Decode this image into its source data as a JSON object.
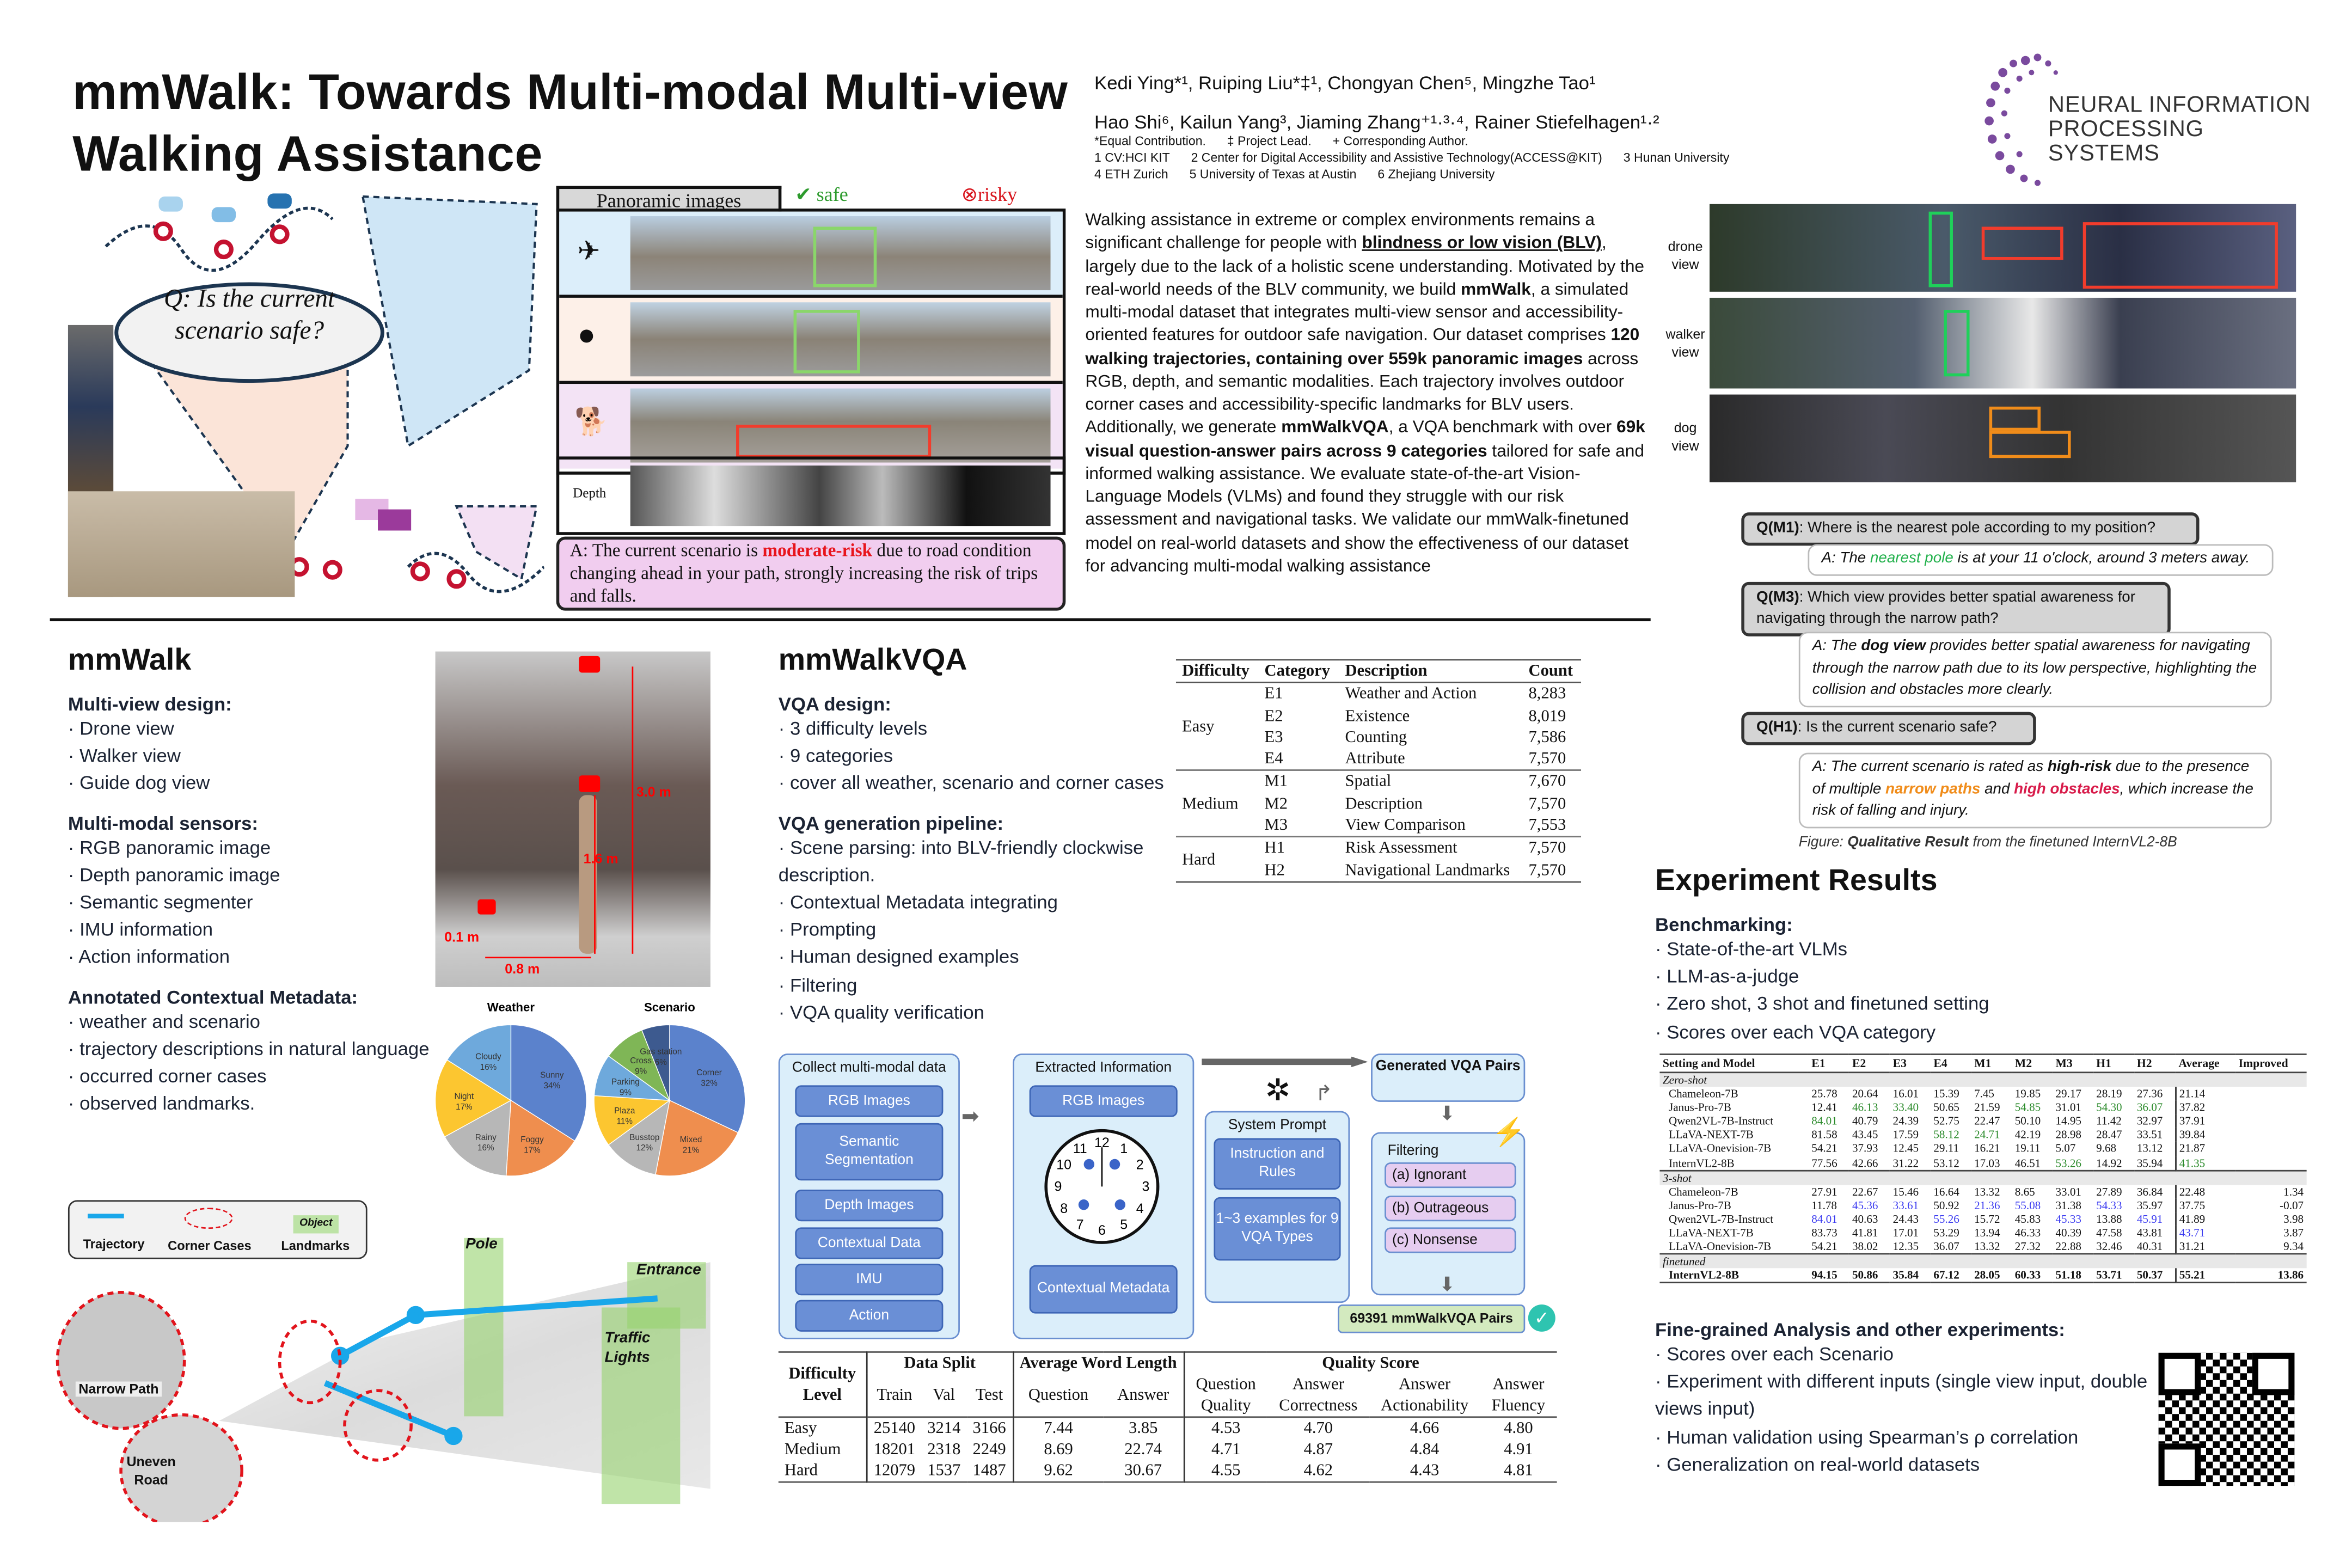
{
  "header": {
    "title_line1": "mmWalk: Towards Multi-modal Multi-view",
    "title_line2": "Walking Assistance",
    "authors_line1": "Kedi Ying*¹, Ruiping Liu*‡¹, Chongyan Chen⁵, Mingzhe Tao¹",
    "authors_line2": "Hao Shi⁶, Kailun Yang³, Jiaming Zhang⁺¹·³·⁴, Rainer Stiefelhagen¹·²",
    "notes": [
      [
        "*Equal Contribution.",
        "‡ Project Lead.",
        "+ Corresponding Author."
      ],
      [
        "1 CV:HCI KIT",
        "2 Center for Digital Accessibility and Assistive Technology(ACCESS@KIT)",
        "3 Hunan University"
      ],
      [
        "4 ETH Zurich",
        "5 University of Texas at Austin",
        "6 Zhejiang University"
      ]
    ],
    "logo_line1": "NEURAL INFORMATION",
    "logo_line2": "PROCESSING SYSTEMS"
  },
  "teaser": {
    "question": "Q: Is the current scenario safe?",
    "panoramic_label": "Panoramic images",
    "safe_label": "safe",
    "risky_label": "risky",
    "depth_label": "Depth",
    "answer": [
      {
        "t": "A: The current scenario is ",
        "s": ""
      },
      {
        "t": "moderate-risk",
        "s": "red"
      },
      {
        "t": " due to road condition changing ahead in your path, strongly increasing the risk of trips and falls.",
        "s": ""
      }
    ]
  },
  "abstract": [
    {
      "t": "Walking assistance in extreme or complex environments remains a significant challenge for people with ",
      "s": ""
    },
    {
      "t": "blindness or low vision (BLV)",
      "s": "u"
    },
    {
      "t": ", largely due to the lack of a holistic scene understanding. Motivated by the real-world needs of the BLV community, we build ",
      "s": ""
    },
    {
      "t": "mmWalk",
      "s": "b"
    },
    {
      "t": ", a simulated multi-modal dataset that integrates multi-view sensor and accessibility-oriented features for outdoor safe navigation. Our dataset comprises ",
      "s": ""
    },
    {
      "t": "120 walking trajectories, containing over 559k panoramic images",
      "s": "b"
    },
    {
      "t": " across RGB, depth, and semantic modalities. Each trajectory involves outdoor corner cases and accessibility-specific landmarks for BLV users. Additionally, we generate ",
      "s": ""
    },
    {
      "t": "mmWalkVQA",
      "s": "b"
    },
    {
      "t": ", a VQA benchmark with over ",
      "s": ""
    },
    {
      "t": "69k visual question-answer pairs across 9 categories",
      "s": "b"
    },
    {
      "t": " tailored for safe and informed walking assistance. We evaluate state-of-the-art Vision-Language Models (VLMs) and found they struggle with our risk assessment and navigational tasks. We validate our mmWalk-finetuned model on real-world datasets and show the effectiveness of our dataset for advancing multi-modal walking assistance",
      "s": ""
    }
  ],
  "views": [
    "drone view",
    "walker view",
    "dog view"
  ],
  "qa": {
    "q1": [
      {
        "t": "Q(M1)",
        "s": "b"
      },
      {
        "t": ": Where is the nearest pole according to my position?",
        "s": ""
      }
    ],
    "a1": [
      {
        "t": "A: The ",
        "s": ""
      },
      {
        "t": "nearest pole",
        "s": "grn"
      },
      {
        "t": " is at your 11 o'clock, around 3 meters away.",
        "s": ""
      }
    ],
    "q2": [
      {
        "t": "Q(M3)",
        "s": "b"
      },
      {
        "t": ": Which view provides better spatial awareness for navigating through the narrow path?",
        "s": ""
      }
    ],
    "a2": [
      {
        "t": "A: The ",
        "s": ""
      },
      {
        "t": "dog view",
        "s": "b"
      },
      {
        "t": " provides better spatial awareness for navigating through the narrow path due to its low perspective, highlighting the collision and obstacles more clearly.",
        "s": ""
      }
    ],
    "q3": [
      {
        "t": "Q(H1)",
        "s": "b"
      },
      {
        "t": ": Is the current scenario safe?",
        "s": ""
      }
    ],
    "a3": [
      {
        "t": "A: The current scenario is rated as ",
        "s": ""
      },
      {
        "t": "high-risk",
        "s": "b"
      },
      {
        "t": " due to the presence of multiple ",
        "s": ""
      },
      {
        "t": "narrow paths",
        "s": "org"
      },
      {
        "t": " and ",
        "s": ""
      },
      {
        "t": "high obstacles",
        "s": "crim"
      },
      {
        "t": ", which increase the risk of falling and injury.",
        "s": ""
      }
    ],
    "caption": [
      {
        "t": "Figure: ",
        "s": ""
      },
      {
        "t": "Qualitative Result",
        "s": "b"
      },
      {
        "t": " from the finetuned InternVL2-8B",
        "s": ""
      }
    ]
  },
  "mmwalk": {
    "heading": "mmWalk",
    "groups": [
      {
        "title": "Multi-view design:",
        "items": [
          "Drone view",
          "Walker view",
          "Guide dog view"
        ]
      },
      {
        "title": "Multi-modal sensors:",
        "items": [
          "RGB panoramic image",
          "Depth panoramic image",
          "Semantic segmenter",
          "IMU information",
          "Action information"
        ]
      },
      {
        "title": "Annotated Contextual Metadata:",
        "items": [
          "weather and scenario",
          "trajectory descriptions in natural language",
          "occurred corner cases",
          "observed landmarks."
        ]
      }
    ],
    "heights": {
      "drone": "3.0 m",
      "walker": "1.6 m",
      "dog": "0.1 m",
      "offset": "0.8 m"
    },
    "legend": {
      "trajectory": "Trajectory",
      "corner": "Corner Cases",
      "object": "Object",
      "landmarks": "Landmarks"
    },
    "map_labels": {
      "pole": "Pole",
      "entrance": "Entrance",
      "traffic": "Traffic Lights",
      "narrow": "Narrow Path",
      "uneven": "Uneven Road"
    }
  },
  "chart_data": [
    {
      "type": "pie",
      "title": "Weather",
      "categories": [
        "Sunny",
        "Foggy",
        "Rainy",
        "Night",
        "Cloudy"
      ],
      "values": [
        34,
        17,
        16,
        17,
        16
      ],
      "colors": [
        "#5b82cc",
        "#ef8e4e",
        "#b7b7b7",
        "#fcc630",
        "#6ea9dc"
      ]
    },
    {
      "type": "pie",
      "title": "Scenario",
      "categories": [
        "Corner",
        "Mixed",
        "Busstop",
        "Plaza",
        "Parking",
        "Cross",
        "Gas station"
      ],
      "values": [
        32,
        21,
        12,
        11,
        9,
        9,
        6
      ],
      "colors": [
        "#5b82cc",
        "#ef8e4e",
        "#b7b7b7",
        "#fcc630",
        "#6ea9dc",
        "#7fb656",
        "#3d5a8f"
      ]
    }
  ],
  "vqa": {
    "heading": "mmWalkVQA",
    "groups": [
      {
        "title": "VQA design:",
        "items": [
          "3 difficulty levels",
          "9 categories",
          "cover all weather, scenario and corner cases"
        ]
      },
      {
        "title": "VQA generation pipeline:",
        "items": [
          "Scene parsing:  into BLV-friendly clockwise description.",
          "Contextual Metadata integrating",
          "Prompting",
          "Human designed examples",
          "Filtering",
          "VQA quality verification"
        ]
      }
    ],
    "cat_table": {
      "headers": [
        "Difficulty",
        "Category",
        "Description",
        "Count"
      ],
      "groups": [
        {
          "level": "Easy",
          "rows": [
            [
              "E1",
              "Weather and Action",
              "8,283"
            ],
            [
              "E2",
              "Existence",
              "8,019"
            ],
            [
              "E3",
              "Counting",
              "7,586"
            ],
            [
              "E4",
              "Attribute",
              "7,570"
            ]
          ]
        },
        {
          "level": "Medium",
          "rows": [
            [
              "M1",
              "Spatial",
              "7,670"
            ],
            [
              "M2",
              "Description",
              "7,570"
            ],
            [
              "M3",
              "View Comparison",
              "7,553"
            ]
          ]
        },
        {
          "level": "Hard",
          "rows": [
            [
              "H1",
              "Risk Assessment",
              "7,570"
            ],
            [
              "H2",
              "Navigational Landmarks",
              "7,570"
            ]
          ]
        }
      ]
    },
    "pipeline": {
      "collect_title": "Collect multi-modal data",
      "collect": [
        "RGB Images",
        "Semantic Segmentation",
        "Depth Images",
        "Contextual Data",
        "IMU",
        "Action"
      ],
      "extract_title": "Extracted Information",
      "extract_rgb": "RGB Images",
      "extract_meta": "Contextual Metadata",
      "clock": [
        "12",
        "1",
        "2",
        "3",
        "4",
        "5",
        "6",
        "7",
        "8",
        "9",
        "10",
        "11"
      ],
      "system_prompt": "System Prompt",
      "instr": "Instruction and Rules",
      "examples": "1~3 examples for 9 VQA Types",
      "generated": "Generated VQA Pairs",
      "filtering": "Filtering",
      "filters": [
        "(a) Ignorant",
        "(b) Outrageous",
        "(c) Nonsense"
      ],
      "result": "69391 mmWalkVQA Pairs"
    },
    "quality_table": {
      "h_level": "Difficulty Level",
      "h_split": "Data Split",
      "h_len": "Average Word Length",
      "h_quality": "Quality Score",
      "sub": [
        "Train",
        "Val",
        "Test",
        "Question",
        "Answer",
        "Question Quality",
        "Answer Correctness",
        "Answer Actionability",
        "Answer Fluency"
      ],
      "rows": [
        [
          "Easy",
          "25140",
          "3214",
          "3166",
          "7.44",
          "3.85",
          "4.53",
          "4.70",
          "4.66",
          "4.80"
        ],
        [
          "Medium",
          "18201",
          "2318",
          "2249",
          "8.69",
          "22.74",
          "4.71",
          "4.87",
          "4.84",
          "4.91"
        ],
        [
          "Hard",
          "12079",
          "1537",
          "1487",
          "9.62",
          "30.67",
          "4.55",
          "4.62",
          "4.43",
          "4.81"
        ]
      ]
    }
  },
  "experiments": {
    "heading": "Experiment Results",
    "groups": [
      {
        "title": "Benchmarking:",
        "items": [
          "State-of-the-art VLMs",
          "LLM-as-a-judge",
          "Zero shot, 3 shot and finetuned setting",
          "Scores over each VQA category"
        ]
      },
      {
        "title": "Fine-grained Analysis and other experiments:",
        "items": [
          "Scores over each Scenario",
          "Experiment with different inputs (single view input, double views input)",
          "Human validation using Spearman’s ρ correlation",
          "Generalization on real-world datasets"
        ]
      }
    ],
    "results": {
      "headers": [
        "Setting and Model",
        "E1",
        "E2",
        "E3",
        "E4",
        "M1",
        "M2",
        "M3",
        "H1",
        "H2",
        "Average",
        "Improved"
      ],
      "groups": [
        {
          "name": "Zero-shot",
          "hl_color": "#2a8a2a",
          "rows": [
            {
              "model": "Chameleon-7B",
              "v": [
                "25.78",
                "20.64",
                "16.01",
                "15.39",
                "7.45",
                "19.85",
                "29.17",
                "28.19",
                "27.36",
                "21.14",
                ""
              ],
              "hl": []
            },
            {
              "model": "Janus-Pro-7B",
              "v": [
                "12.41",
                "46.13",
                "33.40",
                "50.65",
                "21.59",
                "54.85",
                "31.01",
                "54.30",
                "36.07",
                "37.82",
                ""
              ],
              "hl": [
                1,
                2,
                5,
                7,
                8
              ]
            },
            {
              "model": "Qwen2VL-7B-Instruct",
              "v": [
                "84.01",
                "40.79",
                "24.39",
                "52.75",
                "22.47",
                "50.10",
                "14.95",
                "11.42",
                "32.97",
                "37.91",
                ""
              ],
              "hl": [
                0
              ]
            },
            {
              "model": "LLaVA-NEXT-7B",
              "v": [
                "81.58",
                "43.45",
                "17.59",
                "58.12",
                "24.71",
                "42.19",
                "28.98",
                "28.47",
                "33.51",
                "39.84",
                ""
              ],
              "hl": [
                3,
                4
              ]
            },
            {
              "model": "LLaVA-Onevision-7B",
              "v": [
                "54.21",
                "37.93",
                "12.45",
                "29.11",
                "16.21",
                "19.11",
                "5.07",
                "9.68",
                "13.12",
                "21.87",
                ""
              ],
              "hl": []
            },
            {
              "model": "InternVL2-8B",
              "v": [
                "77.56",
                "42.66",
                "31.22",
                "53.12",
                "17.03",
                "46.51",
                "53.26",
                "14.92",
                "35.94",
                "41.35",
                ""
              ],
              "hl": [
                6,
                9
              ]
            }
          ]
        },
        {
          "name": "3-shot",
          "hl_color": "#3a3af0",
          "rows": [
            {
              "model": "Chameleon-7B",
              "v": [
                "27.91",
                "22.67",
                "15.46",
                "16.64",
                "13.32",
                "8.65",
                "33.01",
                "27.89",
                "36.84",
                "22.48",
                "1.34"
              ],
              "hl": []
            },
            {
              "model": "Janus-Pro-7B",
              "v": [
                "11.78",
                "45.36",
                "33.61",
                "50.92",
                "21.36",
                "55.08",
                "31.38",
                "54.33",
                "35.97",
                "37.75",
                "-0.07"
              ],
              "hl": [
                1,
                2,
                4,
                5,
                7
              ]
            },
            {
              "model": "Qwen2VL-7B-Instruct",
              "v": [
                "84.01",
                "40.63",
                "24.43",
                "55.26",
                "15.72",
                "45.83",
                "45.33",
                "13.88",
                "45.91",
                "41.89",
                "3.98"
              ],
              "hl": [
                0,
                3,
                6,
                8
              ]
            },
            {
              "model": "LLaVA-NEXT-7B",
              "v": [
                "83.73",
                "41.81",
                "17.01",
                "53.29",
                "13.94",
                "46.33",
                "40.39",
                "47.58",
                "43.81",
                "43.71",
                "3.87"
              ],
              "hl": [
                9
              ]
            },
            {
              "model": "LLaVA-Onevision-7B",
              "v": [
                "54.21",
                "38.02",
                "12.35",
                "36.07",
                "13.32",
                "27.32",
                "22.88",
                "32.46",
                "40.31",
                "31.21",
                "9.34"
              ],
              "hl": []
            }
          ]
        },
        {
          "name": "finetuned",
          "hl_color": "#111111",
          "bold": true,
          "rows": [
            {
              "model": "InternVL2-8B",
              "v": [
                "94.15",
                "50.86",
                "35.84",
                "67.12",
                "28.05",
                "60.33",
                "51.18",
                "53.71",
                "50.37",
                "55.21",
                "13.86"
              ],
              "hl": []
            }
          ]
        }
      ]
    }
  }
}
